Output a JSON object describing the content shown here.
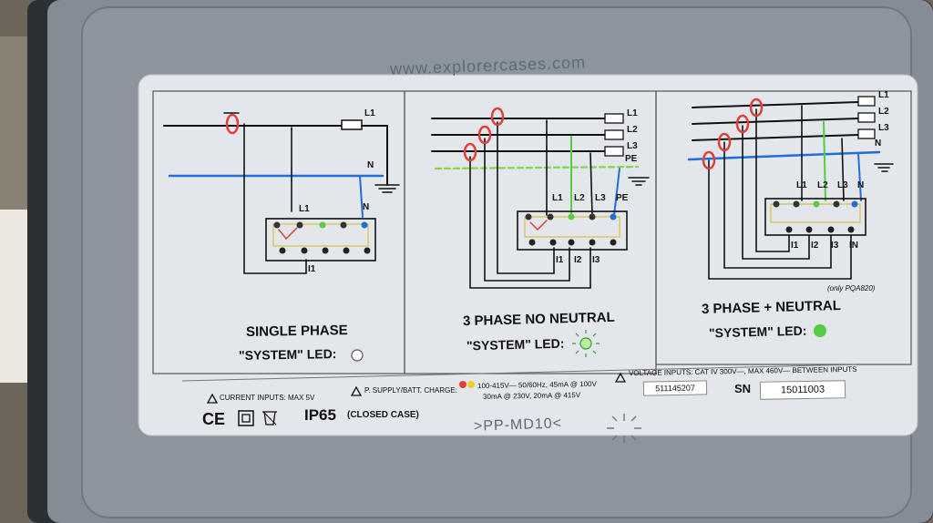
{
  "embossed": {
    "url": "www.explorercases.com",
    "mark": ">PP-MD10<"
  },
  "panels": [
    {
      "title": "SINGLE PHASE",
      "led_label": "\"SYSTEM\" LED:",
      "led_state": "off",
      "wires": [
        "L1",
        "N"
      ],
      "terminals": [
        "L1",
        "N"
      ],
      "current": [
        "I1"
      ]
    },
    {
      "title": "3 PHASE  NO NEUTRAL",
      "led_label": "\"SYSTEM\" LED:",
      "led_state": "blinking",
      "wires": [
        "L1",
        "L2",
        "L3",
        "PE"
      ],
      "terminals": [
        "L1",
        "L2",
        "L3",
        "PE"
      ],
      "current": [
        "I1",
        "I2",
        "I3"
      ]
    },
    {
      "title": "3 PHASE  + NEUTRAL",
      "led_label": "\"SYSTEM\" LED:",
      "led_state": "on",
      "wires": [
        "L1",
        "L2",
        "L3",
        "N"
      ],
      "terminals": [
        "L1",
        "L2",
        "L3",
        "N"
      ],
      "current": [
        "I1",
        "I2",
        "I3",
        "IN"
      ],
      "note": "(only PQA820)"
    }
  ],
  "specs": {
    "current_inputs": "CURRENT INPUTS: MAX 5V",
    "supply_label": "P. SUPPLY/BATT. CHARGE:",
    "supply_line1": "100-415V— 50/60Hz, 45mA @ 100V",
    "supply_line2": "30mA @ 230V, 20mA @ 415V",
    "voltage_inputs": "VOLTAGE INPUTS: CAT IV  300V—, MAX 460V— BETWEEN  INPUTS"
  },
  "marks": {
    "ce": "CE",
    "ip": "IP65",
    "closed": "(CLOSED CASE)"
  },
  "serial": {
    "box1": "511145207",
    "sn_label": "SN",
    "sn_value": "15011003"
  },
  "colors": {
    "blue": "#1f6fd6",
    "green": "#55cc44",
    "red": "#e0403a",
    "label": "#e3e6ea",
    "case": "#838b95"
  }
}
